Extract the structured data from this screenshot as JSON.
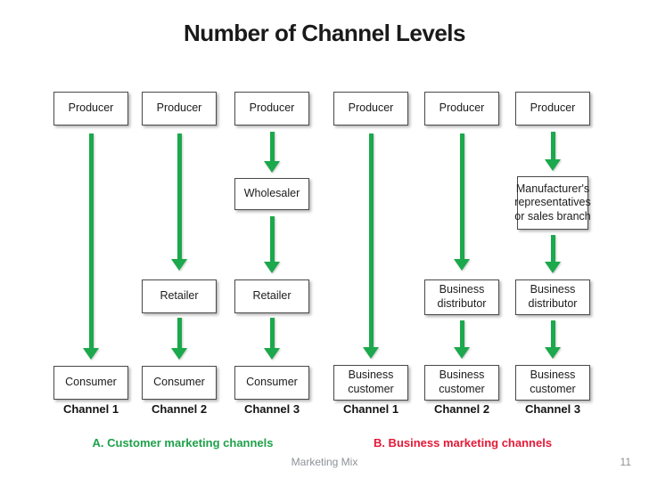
{
  "title": "Number of Channel Levels",
  "footer": {
    "label": "Marketing Mix",
    "page_number": "11"
  },
  "groups": {
    "customer": {
      "label": "A. Customer marketing channels",
      "color": "#1FA04A"
    },
    "business": {
      "label": "B. Business marketing channels",
      "color": "#E31937"
    }
  },
  "columns": [
    {
      "channel_label": "Channel 1",
      "levels": [
        "Producer",
        "Consumer"
      ]
    },
    {
      "channel_label": "Channel 2",
      "levels": [
        "Producer",
        "Retailer",
        "Consumer"
      ]
    },
    {
      "channel_label": "Channel 3",
      "levels": [
        "Producer",
        "Wholesaler",
        "Retailer",
        "Consumer"
      ]
    },
    {
      "channel_label": "Channel 1",
      "levels": [
        "Producer",
        "Business customer"
      ]
    },
    {
      "channel_label": "Channel 2",
      "levels": [
        "Producer",
        "Business distributor",
        "Business customer"
      ]
    },
    {
      "channel_label": "Channel 3",
      "levels": [
        "Producer",
        "Manufacturer's representatives or sales branch",
        "Business distributor",
        "Business customer"
      ]
    }
  ],
  "colors": {
    "arrow_green": "#1CA84C",
    "group_a_green": "#1FA04A",
    "group_b_red": "#E31937",
    "title_ink": "#1A1A1A",
    "footer_gray": "#8D9298"
  }
}
